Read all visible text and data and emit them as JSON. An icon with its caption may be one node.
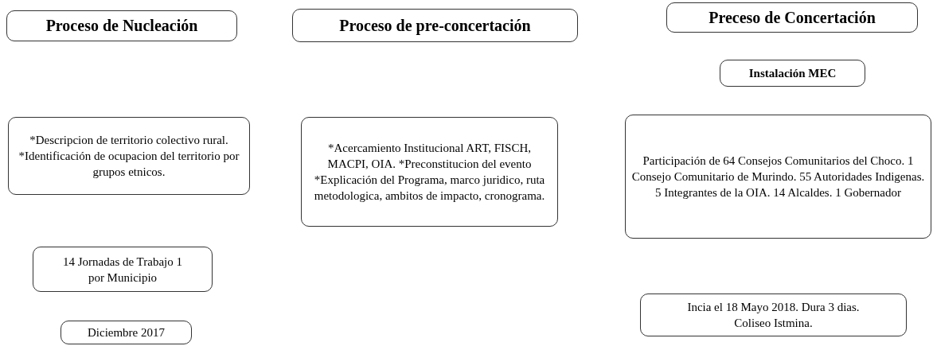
{
  "diagram": {
    "nodes": [
      {
        "text": [
          "Proceso de Nucleación"
        ]
      },
      {
        "text": [
          "*Descripcion de territorio colectivo rural. *Identificación de ocupacion del territorio por grupos etnicos."
        ]
      },
      {
        "text": [
          "14 Jornadas de Trabajo 1 por Municipio"
        ]
      },
      {
        "text": [
          "Diciembre 2017"
        ]
      },
      {
        "text": [
          "Proceso de pre-concertación"
        ]
      },
      {
        "text": [
          "*Acercamiento Institucional ART, FISCH, MACPI, OIA. *Preconstitucion del evento *Explicación del Programa, marco juridico, ruta metodologica, ambitos de impacto, cronograma."
        ]
      },
      {
        "text": [
          "Preceso de Concertación"
        ]
      },
      {
        "text": [
          "Instalación MEC"
        ]
      },
      {
        "text": [
          "Participación de 64 Consejos Comunitarios del Choco. 1 Consejo Comunitario de Murindo. 55 Autoridades Indigenas. 5 Integrantes de la OIA. 14 Alcaldes. 1 Gobernador"
        ]
      },
      {
        "text": [
          "Incia el 18 Mayo 2018. Dura 3 dias. Coliseo Istmina."
        ]
      }
    ]
  }
}
